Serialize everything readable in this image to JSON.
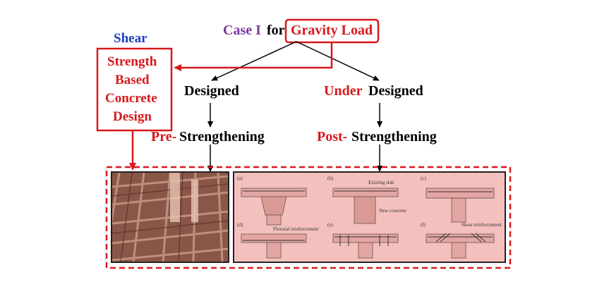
{
  "shear_label": "Shear",
  "title": {
    "case": "Case I",
    "for": "for",
    "load": "Gravity Load"
  },
  "box_text": [
    "Strength",
    "Based",
    "Concrete",
    "Design"
  ],
  "left_branch": "Designed",
  "right_branch": {
    "under": "Under",
    "designed": "Designed"
  },
  "pre": {
    "prefix": "Pre-",
    "word": "Strengthening"
  },
  "post": {
    "prefix": "Post-",
    "word": "Strengthening"
  },
  "panels": {
    "a": "(a)",
    "b": "(b)",
    "c": "(c)",
    "d": "(d)",
    "e": "(e)",
    "f": "(f)",
    "existing_slab": "Existing slab",
    "new_concrete": "New concrete",
    "flexural": "Flexural reinforcement",
    "shear_reinf": "Shear reinforcement"
  },
  "colors": {
    "red": "#d7191c",
    "blue": "#1f3fbf",
    "purple": "#7b3b9a",
    "black": "#000000"
  }
}
